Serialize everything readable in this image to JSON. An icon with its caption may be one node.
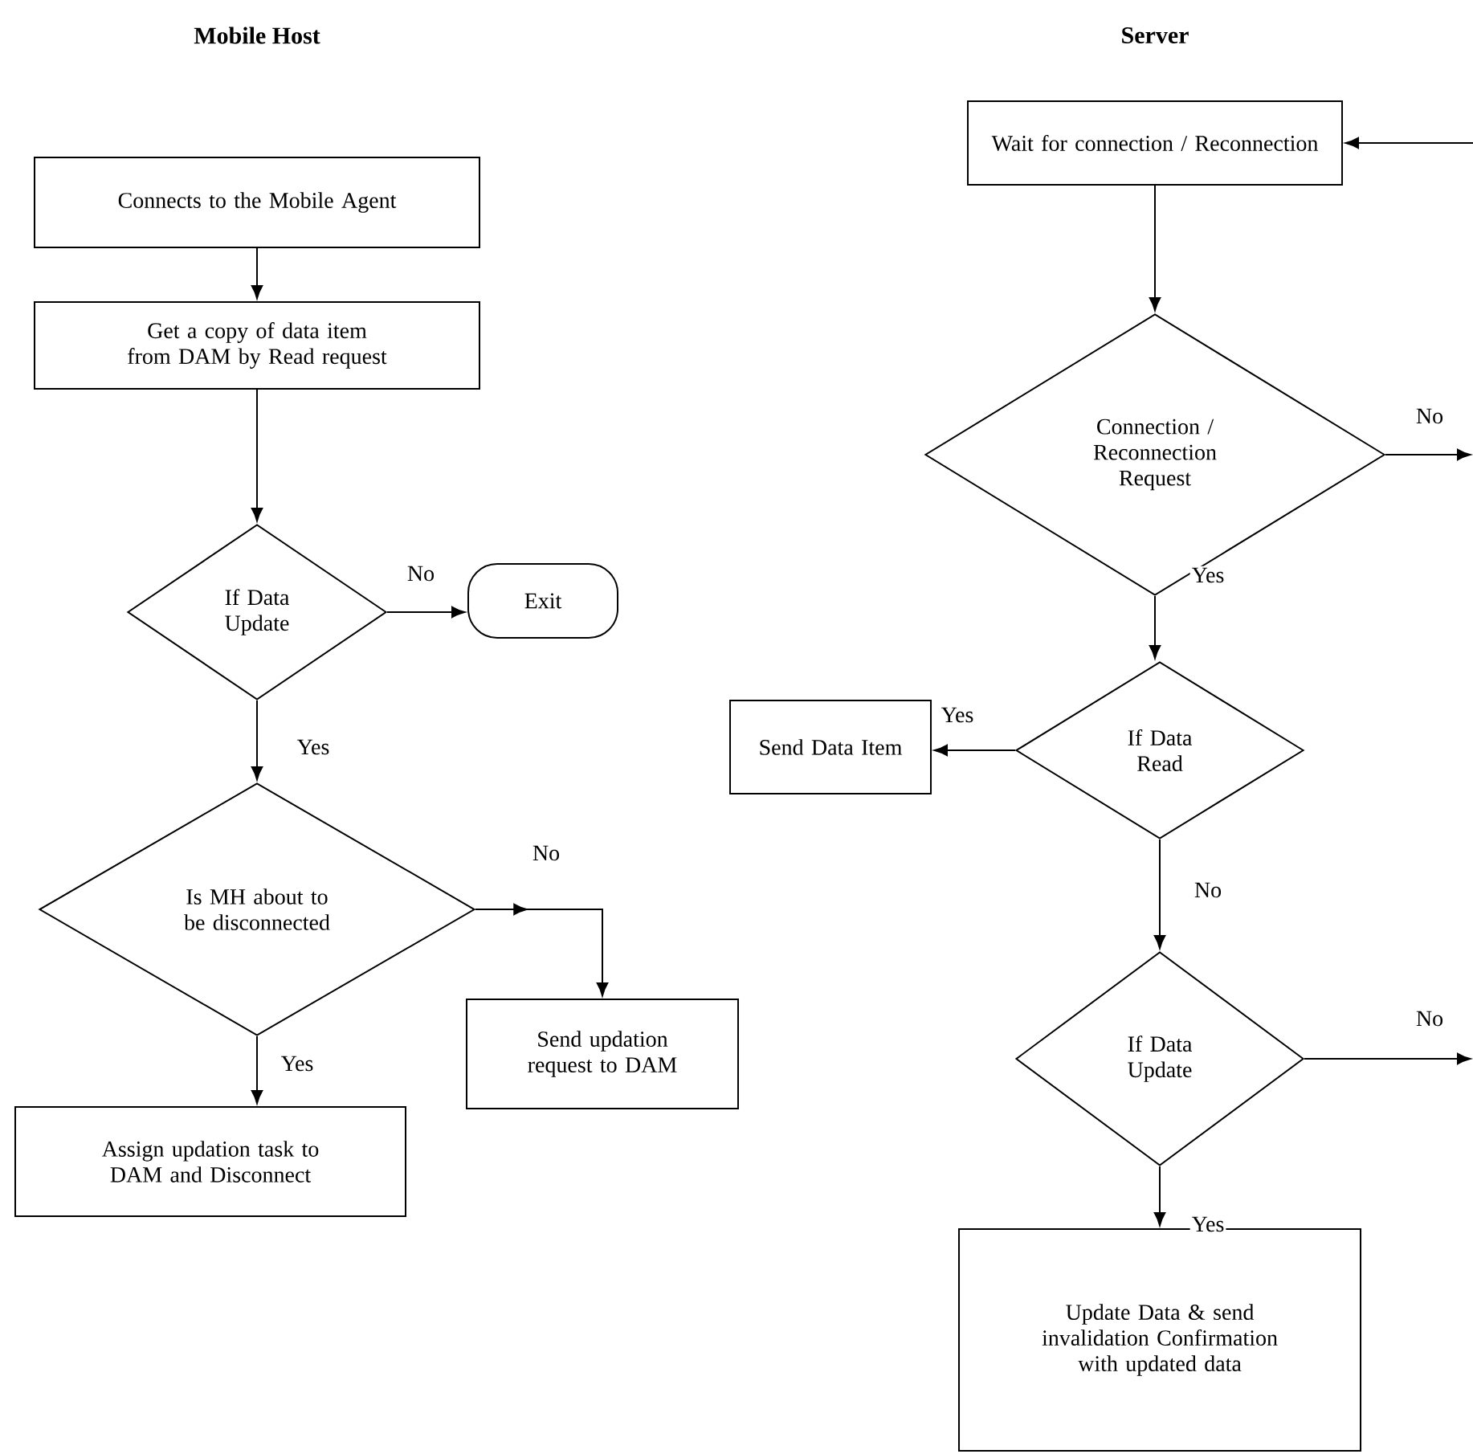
{
  "diagram": {
    "nodes": [
      {
        "text": [
          "Connects to the Mobile Agent"
        ]
      },
      {
        "text": [
          "Get a copy of data item from DAM by Read request"
        ]
      },
      {
        "text": [
          "If Data Update"
        ]
      },
      {
        "text": [
          "Exit"
        ]
      },
      {
        "text": [
          "Is MH about to be disconnected"
        ]
      },
      {
        "text": [
          "Send updation request to DAM"
        ]
      },
      {
        "text": [
          "Assign updation task to DAM and Disconnect"
        ]
      },
      {
        "text": [
          "Wait for connection / Reconnection"
        ]
      },
      {
        "text": [
          "Connection / Reconnection Request"
        ]
      },
      {
        "text": [
          "If Data Read"
        ]
      },
      {
        "text": [
          "Send Data Item"
        ]
      },
      {
        "text": [
          "If Data Update"
        ]
      },
      {
        "text": [
          "Update Data & send invalidation Confirmation with updated data"
        ]
      }
    ],
    "edges": [
      {
        "from": 0,
        "to": 1,
        "arrow": "to"
      },
      {
        "from": 1,
        "to": 2,
        "arrow": "to"
      },
      {
        "from": 2,
        "to": 3,
        "arrow": "to",
        "label": "No"
      },
      {
        "from": 2,
        "to": 4,
        "arrow": "to",
        "label": "Yes"
      },
      {
        "from": 4,
        "to": 5,
        "arrow": "to",
        "label": "No"
      },
      {
        "from": 4,
        "to": 6,
        "arrow": "to",
        "label": "Yes"
      },
      {
        "from": null,
        "to": 7,
        "arrow": "to"
      },
      {
        "from": 7,
        "to": 8,
        "arrow": "to"
      },
      {
        "from": 8,
        "to": null,
        "arrow": "to",
        "label": "No"
      },
      {
        "from": 8,
        "to": 9,
        "arrow": "to",
        "label": "Yes"
      },
      {
        "from": 9,
        "to": 10,
        "arrow": "to",
        "label": "Yes"
      },
      {
        "from": 9,
        "to": 11,
        "arrow": "to",
        "label": "No"
      },
      {
        "from": 11,
        "to": null,
        "arrow": "to",
        "label": "No"
      },
      {
        "from": 11,
        "to": 12,
        "arrow": "to",
        "label": "Yes"
      }
    ],
    "labels": [
      "Mobile Host",
      "Server"
    ]
  }
}
